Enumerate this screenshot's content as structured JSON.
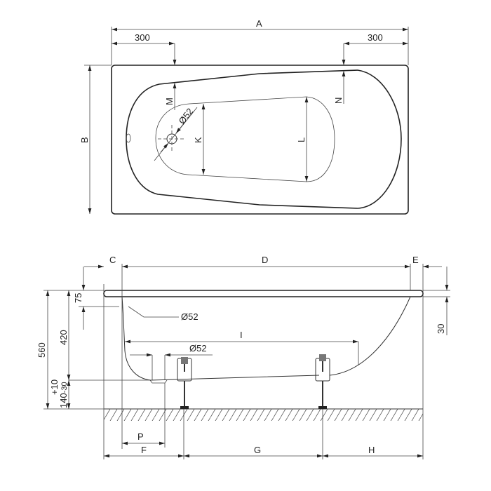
{
  "top_view": {
    "labels": {
      "A": "A",
      "B": "B",
      "M": "M",
      "N": "N",
      "K": "K",
      "L": "L",
      "left_offset": "300",
      "right_offset": "300",
      "drain_diameter": "Ø52"
    }
  },
  "side_view": {
    "labels": {
      "C": "C",
      "D": "D",
      "E": "E",
      "F": "F",
      "G": "G",
      "H": "H",
      "I": "I",
      "P": "P",
      "total_height": "560",
      "rim_depth": "75",
      "tub_depth": "420",
      "leg_height": "140",
      "leg_tol_plus": "+10",
      "leg_tol_minus": "-30",
      "rim_thickness": "30",
      "overflow_diameter": "Ø52",
      "drain_diameter": "Ø52"
    }
  }
}
